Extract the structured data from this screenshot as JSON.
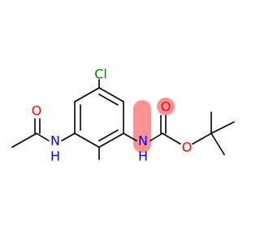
{
  "molecule": {
    "atoms": {
      "cl": {
        "label": "Cl",
        "color": "#008000"
      },
      "o_acetyl": {
        "label": "O",
        "color": "#ff0000"
      },
      "nh_left": {
        "label": "N",
        "h_label": "H",
        "color": "#0000ff"
      },
      "nh_right": {
        "label": "N",
        "h_label": "H",
        "color": "#0000ff"
      },
      "o_carbonyl": {
        "label": "O",
        "color": "#ff0000"
      },
      "o_ester": {
        "label": "O",
        "color": "#ff0000"
      }
    },
    "highlight_color": "#ff8080"
  }
}
